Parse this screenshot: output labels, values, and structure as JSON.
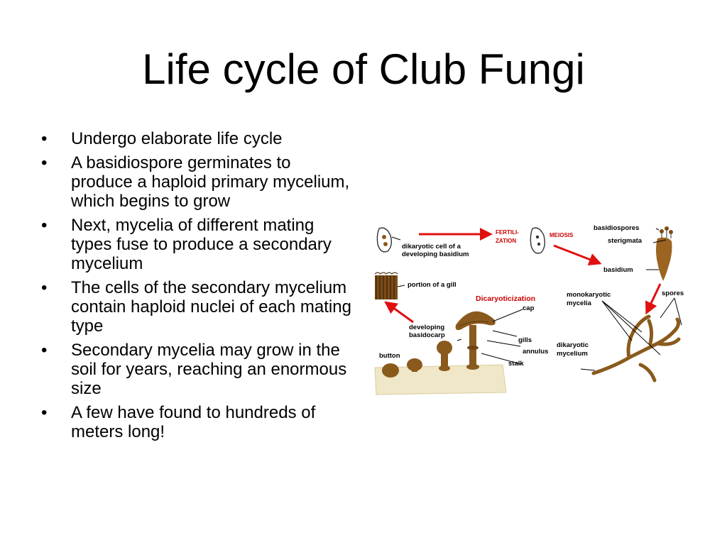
{
  "slide": {
    "title": "Life cycle of Club Fungi",
    "bullet_symbol": "•",
    "bullets": [
      "Undergo elaborate life cycle",
      "A basidiospore germinates to produce a haploid primary mycelium, which begins to grow",
      "Next, mycelia of different mating types fuse to produce a secondary mycelium",
      "The cells of the secondary mycelium contain haploid nuclei of each mating type",
      "Secondary mycelia may grow in the soil for years, reaching an enormous size",
      "A few have found to hundreds of meters long!"
    ]
  },
  "diagram": {
    "labels": {
      "dikaryotic_cell_line1": "dikaryotic cell of  a",
      "dikaryotic_cell_line2": "developing basidium",
      "fertilization_line1": "FERTILI-",
      "fertilization_line2": "ZATION",
      "meiosis": "MEIOSIS",
      "basidiospores": "basidiospores",
      "sterigmata": "sterigmata",
      "basidium": "basidium",
      "portion_of_gill": "portion of a gill",
      "dicaryoticization": "Dicaryoticization",
      "cap": "cap",
      "monokaryotic_line1": "monokaryotic",
      "monokaryotic_line2": "mycelia",
      "spores": "spores",
      "developing_line1": "developing",
      "developing_line2": "basidocarp",
      "gills": "gills",
      "button": "button",
      "annulus": "annulus",
      "dikaryotic_mycelium_line1": "dikaryotic",
      "dikaryotic_mycelium_line2": "mycelium",
      "stalk": "stalk"
    },
    "colors": {
      "arrow": "#e01010",
      "fungus": "#8a5a1c",
      "soil": "#efe7c8"
    }
  }
}
